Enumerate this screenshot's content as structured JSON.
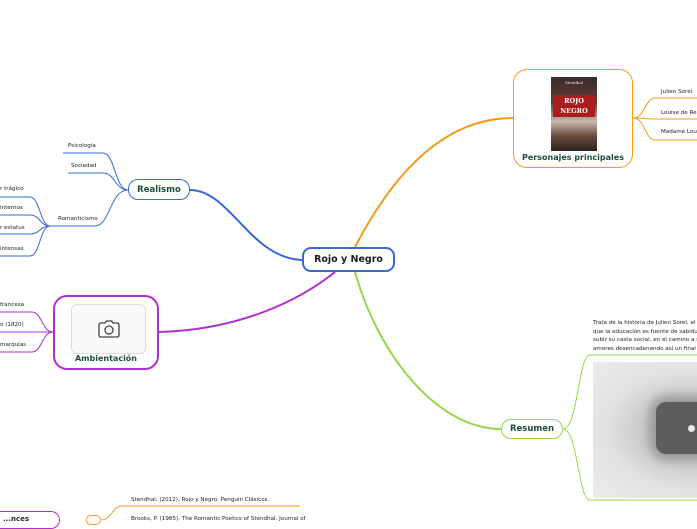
{
  "central": "Rojo y Negro",
  "realismo": {
    "label": "Realismo",
    "psicologia": "Psicología",
    "sociedad": "Sociedad",
    "romanticismo": "Romanticismo",
    "romanticismo_children": [
      "r trágico",
      "internos",
      "r estatus",
      "intensas"
    ]
  },
  "personajes": {
    "label": "Personajes principales",
    "cover_top": "Stendhal",
    "cover_title_1": "ROJO",
    "cover_title_2": "NEGRO",
    "children": [
      "Julien Sorel",
      "Louise de Re",
      "Madame Lou"
    ]
  },
  "ambientacion": {
    "label": "Ambientación",
    "icon": "camera-icon",
    "children": [
      "francesa",
      "o (1820)",
      "marquías"
    ]
  },
  "resumen": {
    "label": "Resumen",
    "text": "Trata de la historia de Julien Sorel, el c\nque la educación es fuente de sabidu\nsubir su casta social, en el camino a s\namores desencadenando así un final"
  },
  "referencias": {
    "label": "...nces",
    "items": [
      "Stendhal. (2012). Rojo y Negro. Penguin Clásicos.",
      "Brooks, P. (1985). The Romantic Poetics of Stendhal. Journal of"
    ]
  },
  "colors": {
    "blue": "#3a68d8",
    "orange": "#f39b1c",
    "purple": "#b12fd0",
    "green": "#92d94a"
  }
}
